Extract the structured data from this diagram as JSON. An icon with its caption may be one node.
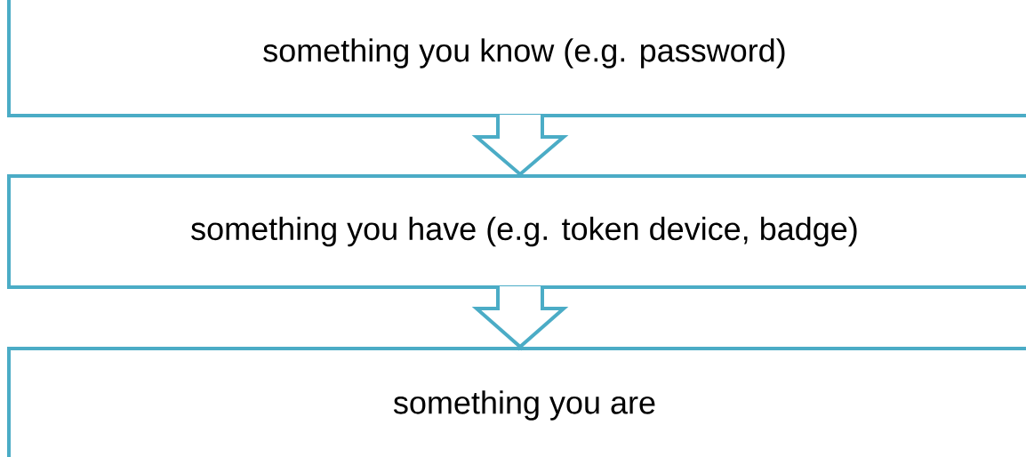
{
  "diagram": {
    "nodes": [
      {
        "text": [
          "something you know (e.g. password)"
        ]
      },
      {
        "text": [
          "something you have (e.g. token device, badge)"
        ]
      },
      {
        "text": [
          "something you are"
        ]
      }
    ],
    "edges": [
      {
        "from": 0,
        "to": 1,
        "arrow": "to"
      },
      {
        "from": 1,
        "to": 2,
        "arrow": "to"
      }
    ]
  }
}
